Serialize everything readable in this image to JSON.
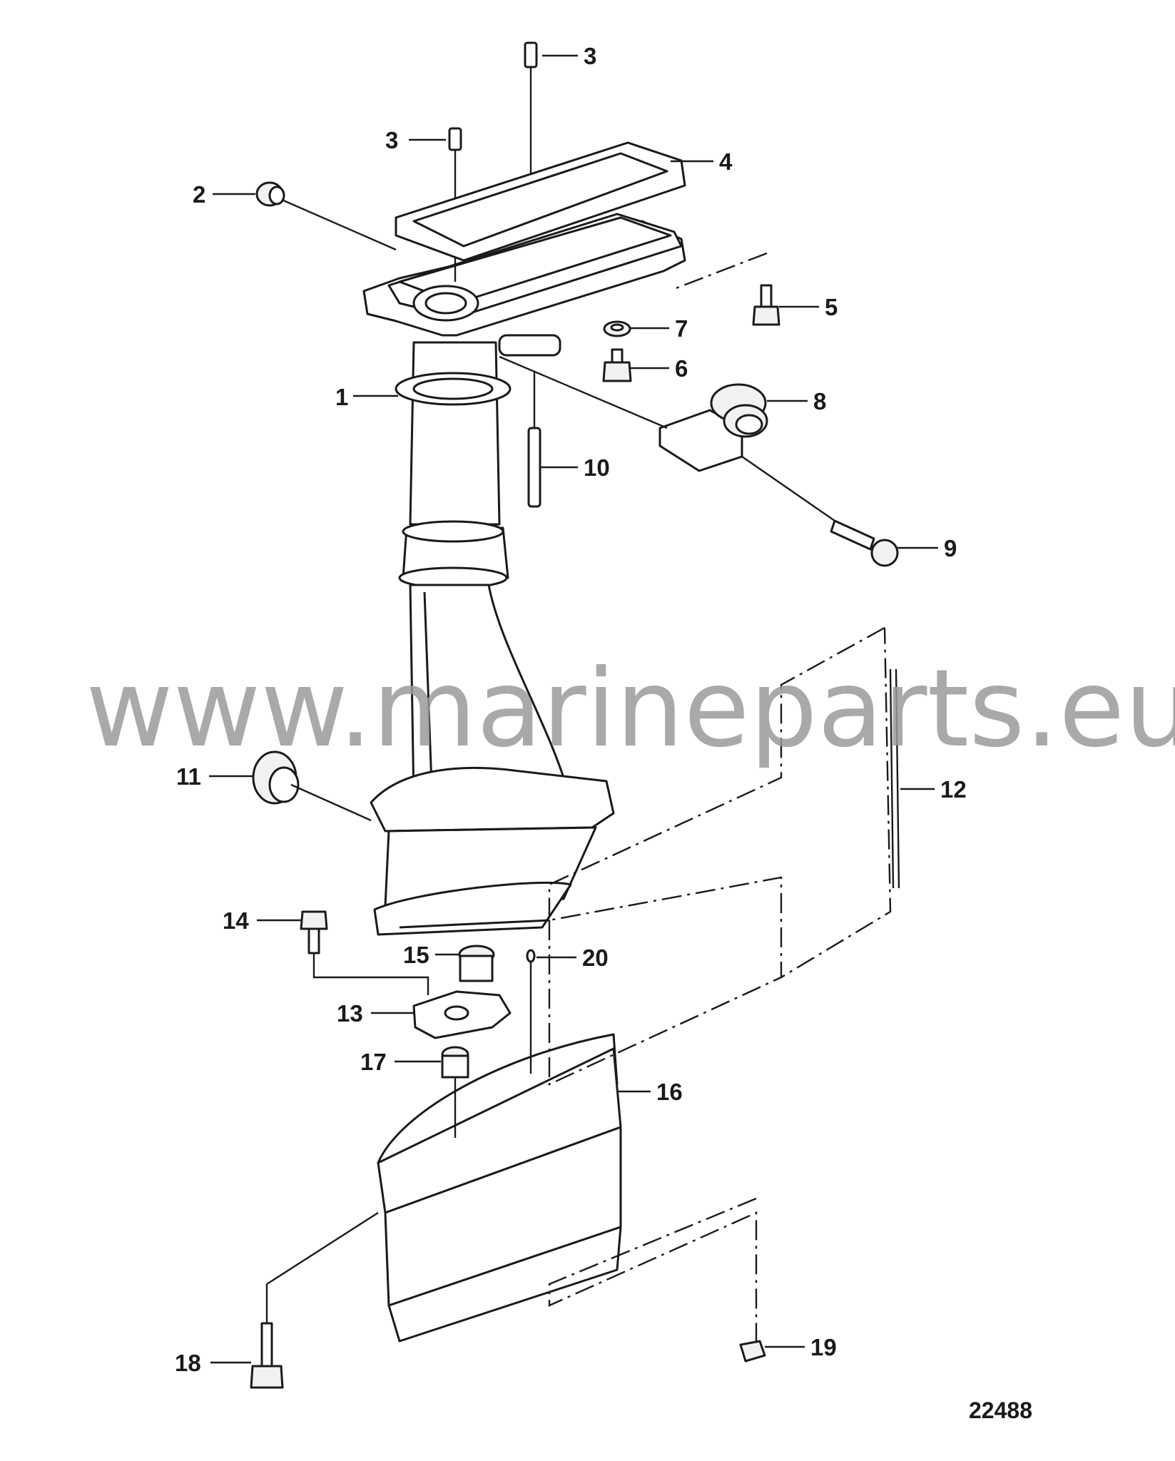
{
  "watermark": "www.marineparts.eu",
  "figure_number": "22488",
  "callouts": {
    "c1": "1",
    "c2": "2",
    "c3a": "3",
    "c3b": "3",
    "c4": "4",
    "c5": "5",
    "c6": "6",
    "c7": "7",
    "c8": "8",
    "c9": "9",
    "c10": "10",
    "c11": "11",
    "c12": "12",
    "c13": "13",
    "c14": "14",
    "c15": "15",
    "c16": "16",
    "c17": "17",
    "c18": "18",
    "c19": "19",
    "c20": "20"
  }
}
